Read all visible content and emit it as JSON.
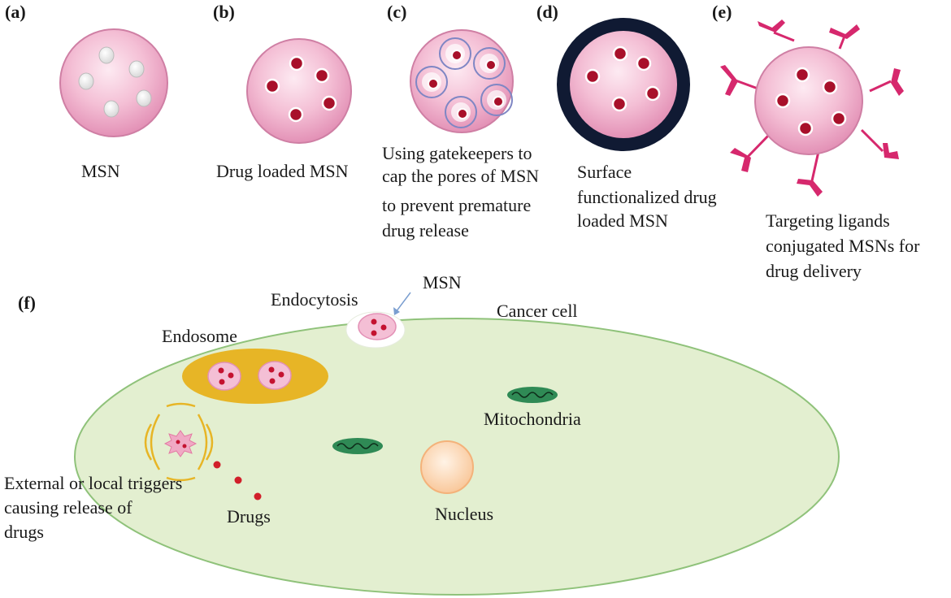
{
  "panels": {
    "a": {
      "label": "(a)",
      "caption": [
        "MSN"
      ]
    },
    "b": {
      "label": "(b)",
      "caption": [
        "Drug loaded MSN"
      ]
    },
    "c": {
      "label": "(c)",
      "caption": [
        "Using gatekeepers to",
        "cap the pores of MSN",
        "to prevent premature",
        "drug release"
      ]
    },
    "d": {
      "label": "(d)",
      "caption": [
        "Surface",
        "functionalized drug",
        "loaded MSN"
      ]
    },
    "e": {
      "label": "(e)",
      "caption": [
        "Targeting ligands",
        "conjugated MSNs for",
        "drug delivery"
      ]
    },
    "f": {
      "label": "(f)"
    }
  },
  "cell": {
    "msn_label": "MSN",
    "endocytosis_label": "Endocytosis",
    "cancer_cell_label": "Cancer cell",
    "endosome_label": "Endosome",
    "mitochondria_label": "Mitochondria",
    "nucleus_label": "Nucleus",
    "drugs_label": "Drugs",
    "trigger_label": [
      "External or local triggers",
      "causing release of",
      "drugs"
    ]
  },
  "colors": {
    "msn_fill": "#f2b8d0",
    "drug": "#a8102a",
    "cell_fill": "#e3efd0",
    "cell_stroke": "#8fc27a",
    "endosome": "#e7b526",
    "mitochondria": "#2f8a55",
    "nucleus": "#fbd7b5",
    "shell": "#101a33",
    "ligand": "#d6286d",
    "gate": "#7f86c4"
  }
}
